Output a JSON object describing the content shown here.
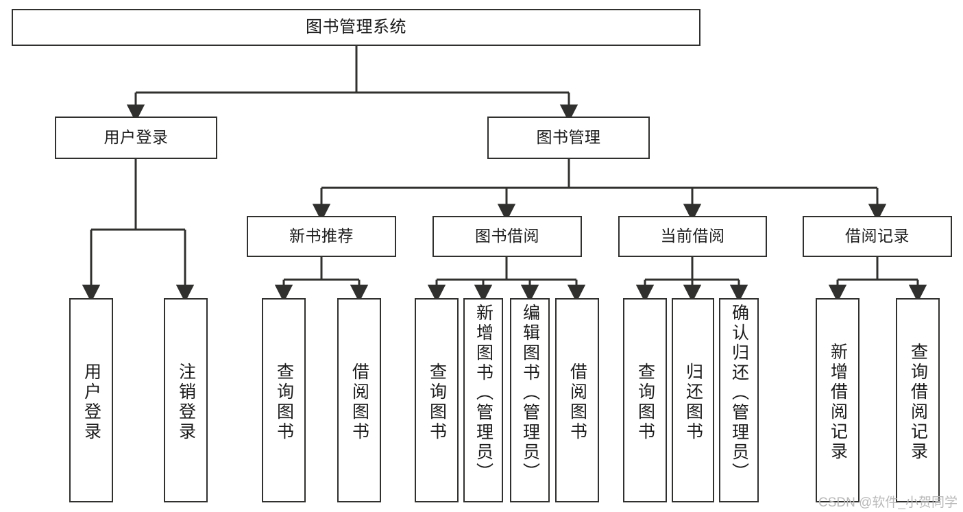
{
  "diagram": {
    "title": "图书管理系统",
    "type": "hierarchy-tree",
    "root": {
      "label": "图书管理系统"
    },
    "level2": [
      {
        "label": "用户登录"
      },
      {
        "label": "图书管理"
      }
    ],
    "level3": [
      {
        "label": "新书推荐"
      },
      {
        "label": "图书借阅"
      },
      {
        "label": "当前借阅"
      },
      {
        "label": "借阅记录"
      }
    ],
    "leaves": {
      "user_login": [
        {
          "label": "用户登录"
        },
        {
          "label": "注销登录"
        }
      ],
      "new_book": [
        {
          "label": "查询图书"
        },
        {
          "label": "借阅图书"
        }
      ],
      "borrow_book": [
        {
          "label": "查询图书"
        },
        {
          "label": "新增图书（管理员）"
        },
        {
          "label": "编辑图书（管理员）"
        },
        {
          "label": "借阅图书"
        }
      ],
      "current_borrow": [
        {
          "label": "查询图书"
        },
        {
          "label": "归还图书"
        },
        {
          "label": "确认归还（管理员）"
        }
      ],
      "borrow_record": [
        {
          "label": "新增借阅记录"
        },
        {
          "label": "查询借阅记录"
        }
      ]
    }
  },
  "watermark": {
    "text": "CSDN @软件_小贺同学"
  },
  "colors": {
    "stroke": "#30302f",
    "background": "#ffffff",
    "text": "#1b1b1b",
    "watermark": "#b9b9b9"
  }
}
